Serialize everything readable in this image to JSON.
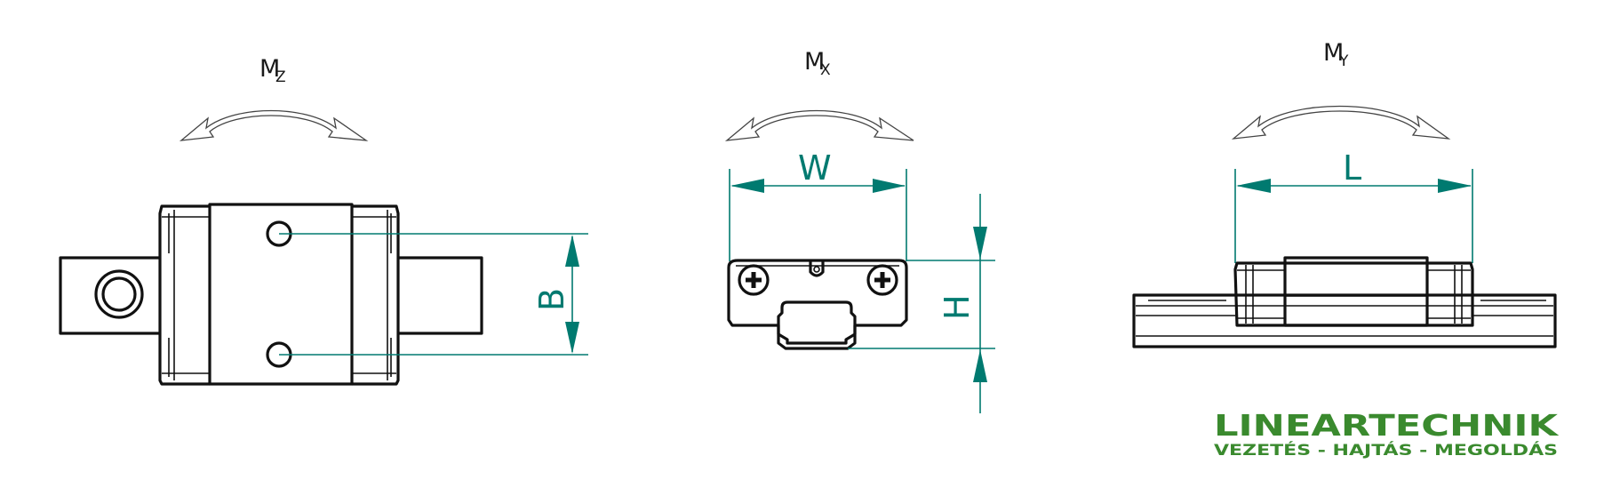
{
  "views": {
    "top": {
      "moment_label": "M",
      "moment_sub": "Z",
      "dimension_label": "B"
    },
    "front": {
      "moment_label": "M",
      "moment_sub": "X",
      "width_label": "W",
      "height_label": "H"
    },
    "side": {
      "moment_label": "M",
      "moment_sub": "Y",
      "length_label": "L"
    }
  },
  "logo": {
    "name": "LINEARTECHNIK",
    "tagline": "VEZETÉS - HAJTÁS - MEGOLDÁS",
    "color": "#3a8a2e"
  },
  "colors": {
    "dimension": "#007a70",
    "outline": "#111111"
  }
}
